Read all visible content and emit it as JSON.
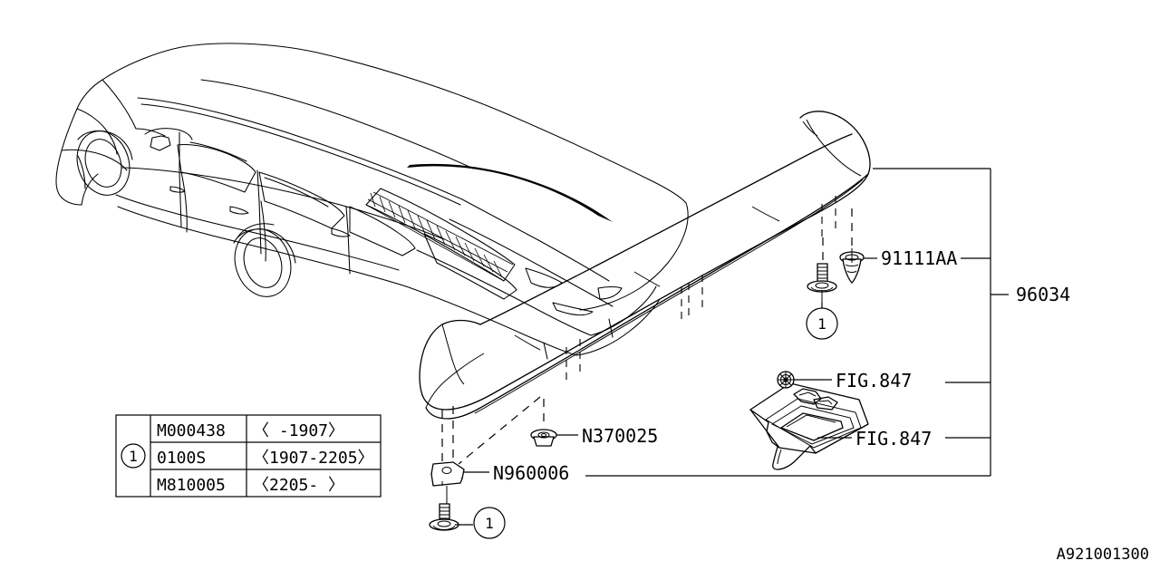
{
  "diagram": {
    "code": "A921001300",
    "title_parts": [
      "96034",
      "91111AA",
      "N370025",
      "N960006",
      "FIG.847"
    ]
  },
  "callouts": [
    {
      "id": "spoiler",
      "label": "96034",
      "name": "part-label-96034"
    },
    {
      "id": "clip",
      "label": "91111AA",
      "name": "part-label-91111AA"
    },
    {
      "id": "nut",
      "label": "N370025",
      "name": "part-label-N370025"
    },
    {
      "id": "clipnut",
      "label": "N960006",
      "name": "part-label-N960006"
    },
    {
      "id": "fig_top",
      "label": "FIG.847",
      "name": "part-label-fig847-top"
    },
    {
      "id": "fig_bot",
      "label": "FIG.847",
      "name": "part-label-fig847-bottom"
    }
  ],
  "markers": {
    "ref_number": "1"
  },
  "legend": {
    "ref": "1",
    "rows": [
      {
        "part": "M000438",
        "range": "〈    -1907〉"
      },
      {
        "part": "0100S",
        "range": "〈1907-2205〉"
      },
      {
        "part": "M810005",
        "range": "〈2205-    〉"
      }
    ]
  }
}
